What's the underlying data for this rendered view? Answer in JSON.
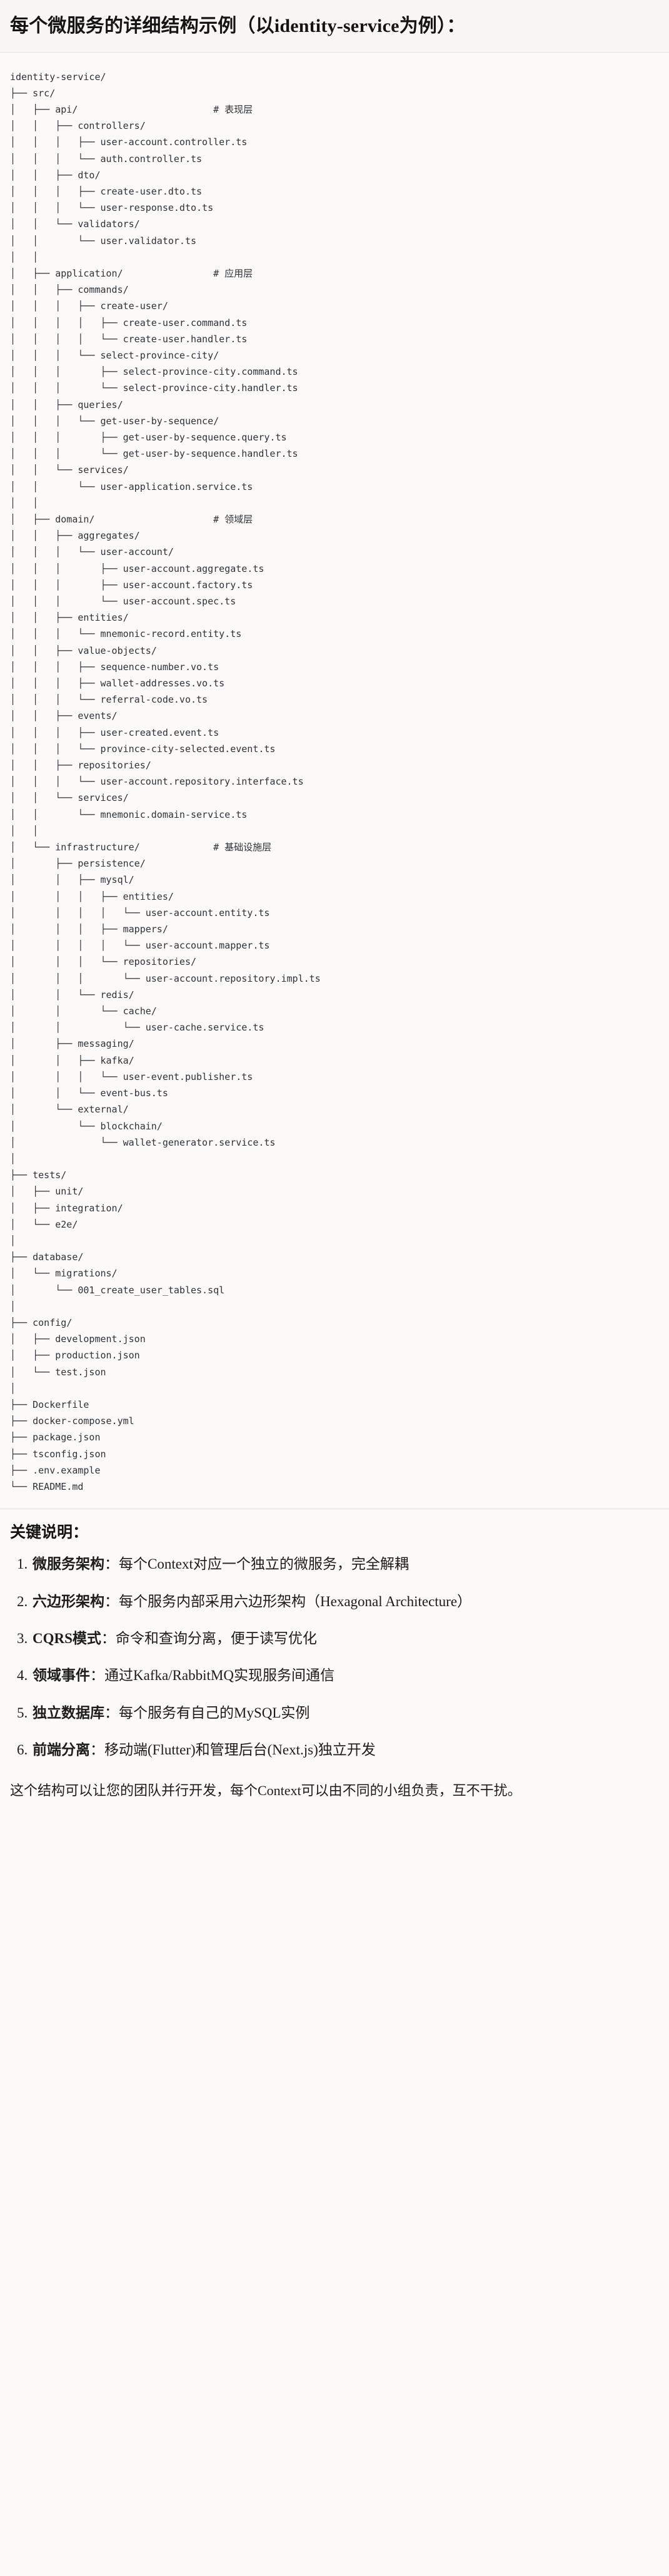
{
  "heading": {
    "text": "每个微服务的详细结构示例（以identity-service为例）："
  },
  "tree": {
    "root": "identity-service/",
    "text": "identity-service/\n├── src/\n│   ├── api/                        # 表现层\n│   │   ├── controllers/\n│   │   │   ├── user-account.controller.ts\n│   │   │   └── auth.controller.ts\n│   │   ├── dto/\n│   │   │   ├── create-user.dto.ts\n│   │   │   └── user-response.dto.ts\n│   │   └── validators/\n│   │       └── user.validator.ts\n│   │\n│   ├── application/                # 应用层\n│   │   ├── commands/\n│   │   │   ├── create-user/\n│   │   │   │   ├── create-user.command.ts\n│   │   │   │   └── create-user.handler.ts\n│   │   │   └── select-province-city/\n│   │   │       ├── select-province-city.command.ts\n│   │   │       └── select-province-city.handler.ts\n│   │   ├── queries/\n│   │   │   └── get-user-by-sequence/\n│   │   │       ├── get-user-by-sequence.query.ts\n│   │   │       └── get-user-by-sequence.handler.ts\n│   │   └── services/\n│   │       └── user-application.service.ts\n│   │\n│   ├── domain/                     # 领域层\n│   │   ├── aggregates/\n│   │   │   └── user-account/\n│   │   │       ├── user-account.aggregate.ts\n│   │   │       ├── user-account.factory.ts\n│   │   │       └── user-account.spec.ts\n│   │   ├── entities/\n│   │   │   └── mnemonic-record.entity.ts\n│   │   ├── value-objects/\n│   │   │   ├── sequence-number.vo.ts\n│   │   │   ├── wallet-addresses.vo.ts\n│   │   │   └── referral-code.vo.ts\n│   │   ├── events/\n│   │   │   ├── user-created.event.ts\n│   │   │   └── province-city-selected.event.ts\n│   │   ├── repositories/\n│   │   │   └── user-account.repository.interface.ts\n│   │   └── services/\n│   │       └── mnemonic.domain-service.ts\n│   │\n│   └── infrastructure/             # 基础设施层\n│       ├── persistence/\n│       │   ├── mysql/\n│       │   │   ├── entities/\n│       │   │   │   └── user-account.entity.ts\n│       │   │   ├── mappers/\n│       │   │   │   └── user-account.mapper.ts\n│       │   │   └── repositories/\n│       │   │       └── user-account.repository.impl.ts\n│       │   └── redis/\n│       │       └── cache/\n│       │           └── user-cache.service.ts\n│       ├── messaging/\n│       │   ├── kafka/\n│       │   │   └── user-event.publisher.ts\n│       │   └── event-bus.ts\n│       └── external/\n│           └── blockchain/\n│               └── wallet-generator.service.ts\n│\n├── tests/\n│   ├── unit/\n│   ├── integration/\n│   └── e2e/\n│\n├── database/\n│   └── migrations/\n│       └── 001_create_user_tables.sql\n│\n├── config/\n│   ├── development.json\n│   ├── production.json\n│   └── test.json\n│\n├── Dockerfile\n├── docker-compose.yml\n├── package.json\n├── tsconfig.json\n├── .env.example\n└── README.md",
    "layer_comments": [
      "# 表现层",
      "# 应用层",
      "# 领域层",
      "# 基础设施层"
    ]
  },
  "notes": {
    "title": "关键说明：",
    "items": [
      {
        "label": "微服务架构",
        "sep": "：",
        "body": "每个Context对应一个独立的微服务，完全解耦"
      },
      {
        "label": "六边形架构",
        "sep": "：",
        "body": "每个服务内部采用六边形架构（Hexagonal Architecture）"
      },
      {
        "label": "CQRS模式",
        "sep": "：",
        "body": "命令和查询分离，便于读写优化"
      },
      {
        "label": "领域事件",
        "sep": "：",
        "body": "通过Kafka/RabbitMQ实现服务间通信"
      },
      {
        "label": "独立数据库",
        "sep": "：",
        "body": "每个服务有自己的MySQL实例"
      },
      {
        "label": "前端分离",
        "sep": "：",
        "body": "移动端(Flutter)和管理后台(Next.js)独立开发"
      }
    ]
  },
  "closing": {
    "text": "这个结构可以让您的团队并行开发，每个Context可以由不同的小组负责，互不干扰。"
  }
}
